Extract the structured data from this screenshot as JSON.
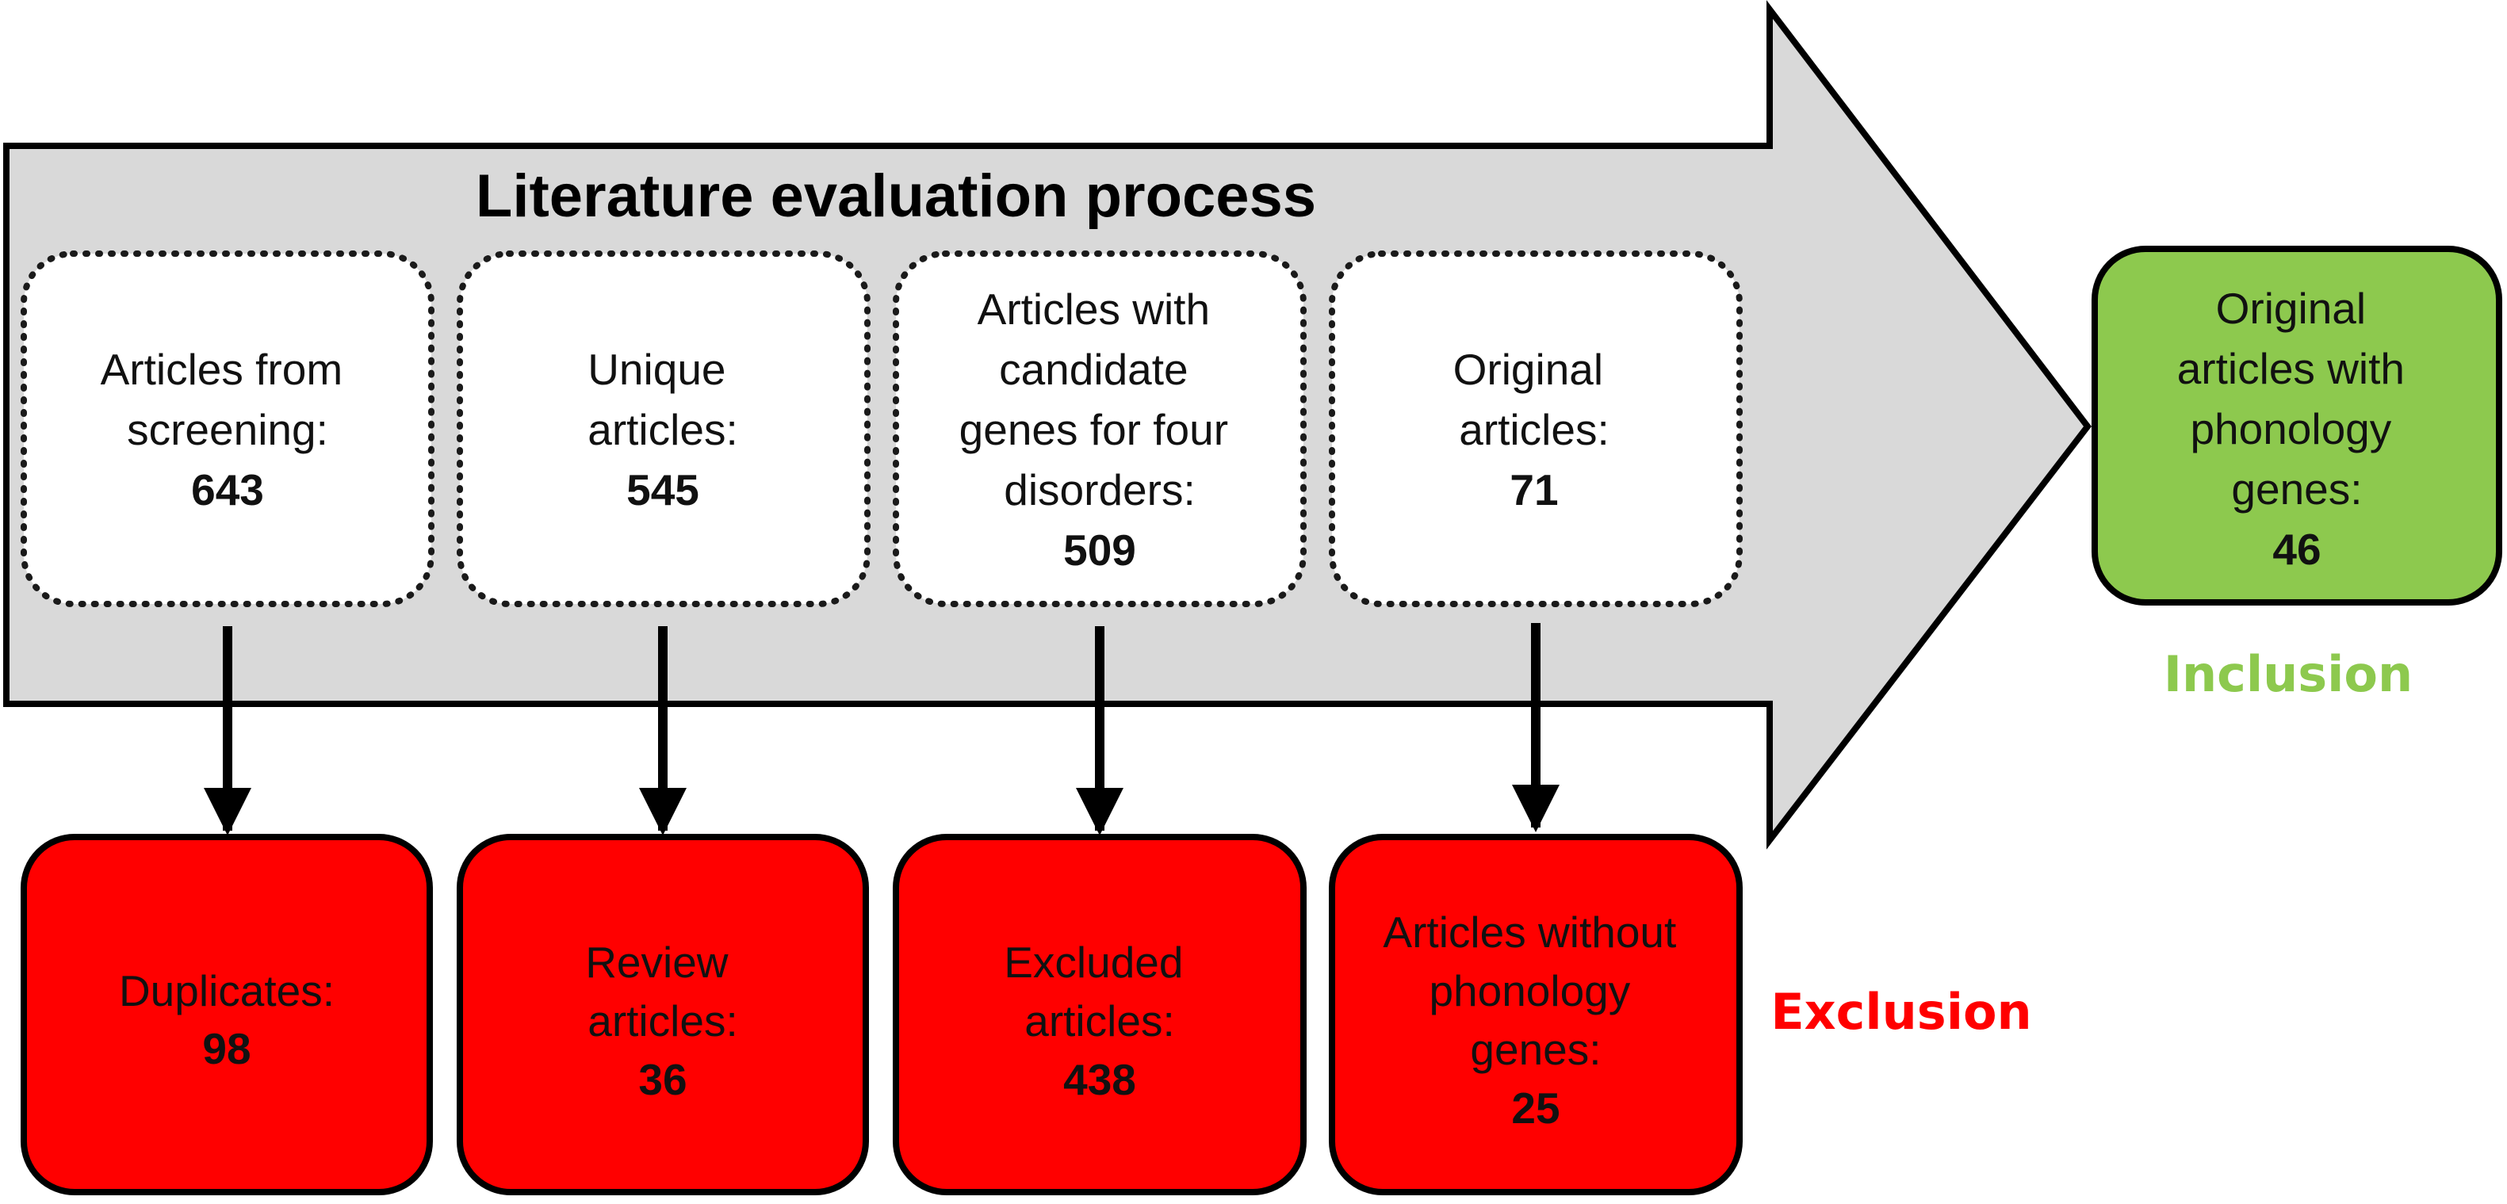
{
  "title": "Literature evaluation process",
  "colors": {
    "arrow_fill": "#d9d9d9",
    "inclusion": "#8dc94e",
    "exclusion": "#ff0000",
    "outline": "#000000"
  },
  "process_steps": [
    {
      "lines": [
        "Articles from",
        "screening:"
      ],
      "count": "643"
    },
    {
      "lines": [
        "Unique",
        "articles:"
      ],
      "count": "545"
    },
    {
      "lines": [
        "Articles with",
        "candidate",
        "genes for four",
        "disorders:"
      ],
      "count": "509"
    },
    {
      "lines": [
        "Original",
        "articles:"
      ],
      "count": "71"
    }
  ],
  "exclusion_boxes": [
    {
      "lines": [
        "Duplicates:"
      ],
      "count": "98"
    },
    {
      "lines": [
        "Review",
        "articles:"
      ],
      "count": "36"
    },
    {
      "lines": [
        "Excluded",
        "articles:"
      ],
      "count": "438"
    },
    {
      "lines": [
        "Articles without",
        "phonology",
        "genes:"
      ],
      "count": "25"
    }
  ],
  "inclusion_box": {
    "lines": [
      "Original",
      "articles with",
      "phonology",
      "genes:"
    ],
    "count": "46"
  },
  "legend": {
    "inclusion": "Inclusion",
    "exclusion": "Exclusion"
  }
}
